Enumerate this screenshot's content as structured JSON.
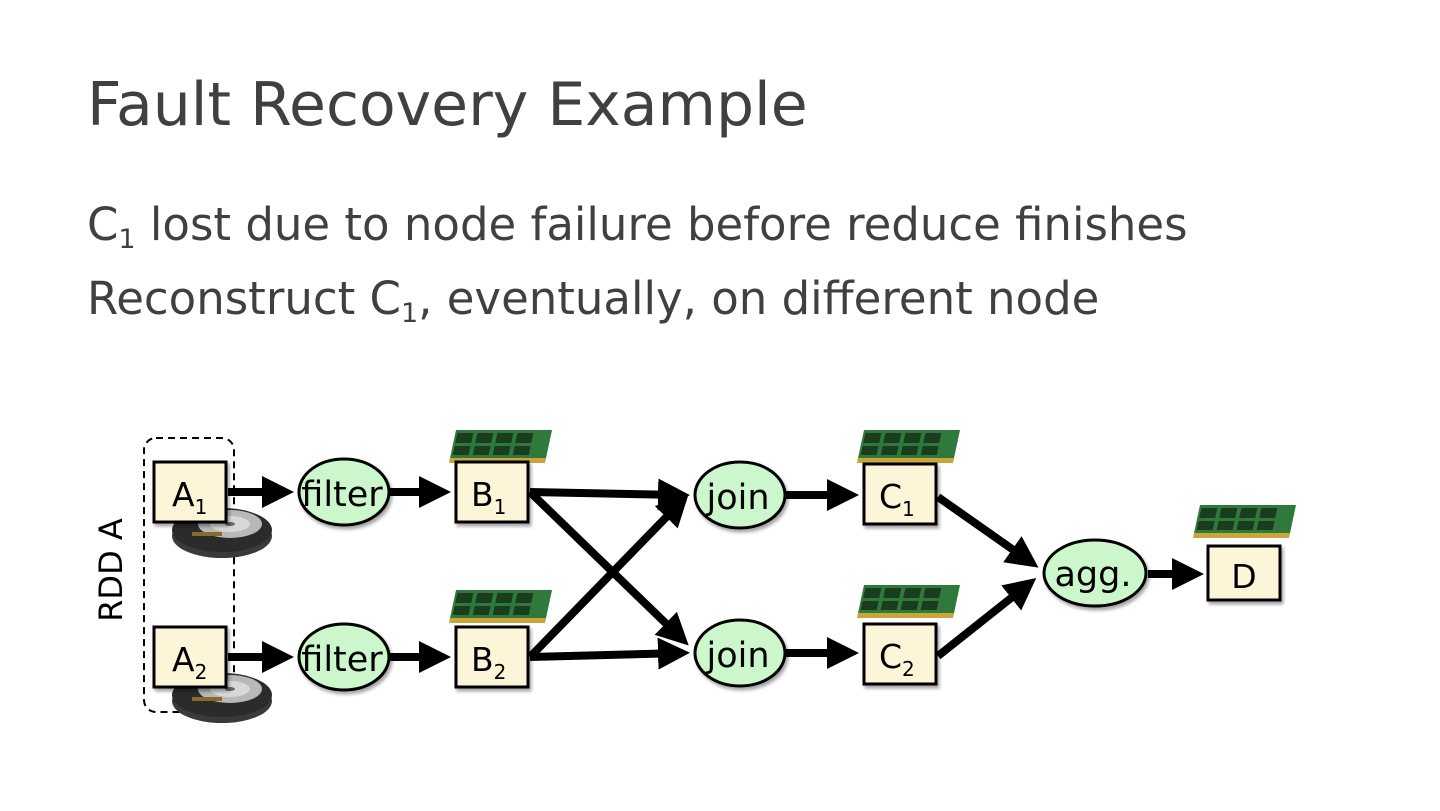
{
  "slide": {
    "title": "Fault Recovery Example",
    "bullets": [
      {
        "parts": [
          {
            "t": "C"
          },
          {
            "sub": "1"
          },
          {
            "t": " lost due to node failure before reduce finishes"
          }
        ]
      },
      {
        "parts": [
          {
            "t": "Reconstruct C"
          },
          {
            "sub": "1"
          },
          {
            "t": ", eventually, on different node"
          }
        ]
      }
    ]
  },
  "diagram": {
    "group_label": "RDD A",
    "operations": {
      "filter": "filter",
      "join": "join",
      "agg": "agg."
    },
    "partitions": {
      "A1": {
        "base": "A",
        "sub": "1"
      },
      "A2": {
        "base": "A",
        "sub": "2"
      },
      "B1": {
        "base": "B",
        "sub": "1"
      },
      "B2": {
        "base": "B",
        "sub": "2"
      },
      "C1": {
        "base": "C",
        "sub": "1"
      },
      "C2": {
        "base": "C",
        "sub": "2"
      },
      "D": {
        "base": "D",
        "sub": ""
      }
    },
    "colors": {
      "partition_fill": "#fdf5d8",
      "operation_fill": "#ccf7cc",
      "ram_green": "#2f7a3a",
      "gold": "#caa53a",
      "disk_dark": "#2b2b2b"
    }
  }
}
